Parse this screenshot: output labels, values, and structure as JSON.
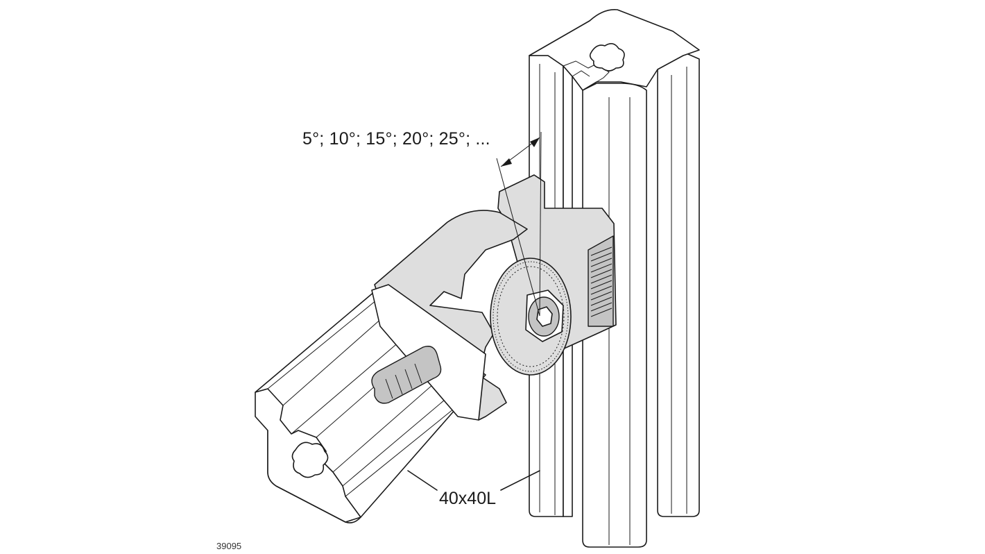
{
  "drawing": {
    "angle_label": "5°; 10°; 15°; 20°; 25°; ...",
    "profile_label": "40x40L",
    "drawing_number": "39095"
  }
}
